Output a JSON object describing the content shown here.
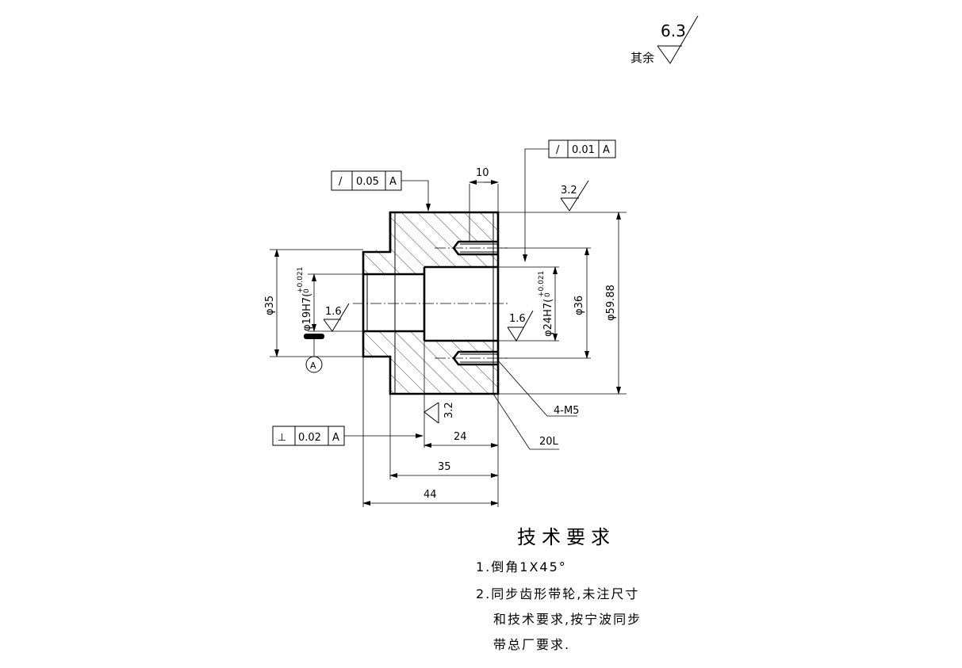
{
  "drawing": {
    "general_roughness": {
      "value": "6.3",
      "label": "其余"
    },
    "roughness": {
      "top": "3.2",
      "bore_small": "1.6",
      "bore_large": "1.6",
      "face": "3.2"
    },
    "geometric_tolerances": {
      "top_right": {
        "symbol": "/",
        "value": "0.01",
        "datum": "A"
      },
      "top_left": {
        "symbol": "/",
        "value": "0.05",
        "datum": "A"
      },
      "bottom_left": {
        "symbol": "⊥",
        "value": "0.02",
        "datum": "A"
      }
    },
    "datum": {
      "label": "A"
    },
    "dimensions": {
      "d10": "10",
      "d35_dia": "φ35",
      "d19": "φ19H7(",
      "d19_tol_upper": "+0.021",
      "d19_tol_lower": "0",
      "d24": "φ24H7(",
      "d24_tol_upper": "+0.021",
      "d24_tol_lower": "0",
      "d36": "φ36",
      "d5988": "φ59.88",
      "d24_len": "24",
      "d35_len": "35",
      "d44_len": "44",
      "thread": "4-M5",
      "belt": "20L"
    }
  },
  "notes": {
    "title": "技术要求",
    "items": [
      "1.倒角1X45°",
      "2.同步齿形带轮,未注尺寸",
      "和技术要求,按宁波同步",
      "带总厂要求."
    ]
  }
}
